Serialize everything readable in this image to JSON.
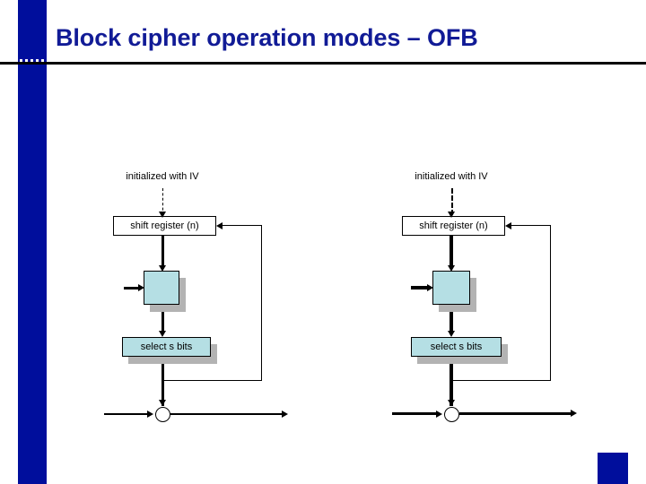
{
  "slide": {
    "title": "Block cipher operation modes – OFB",
    "accent_color": "#000e9c",
    "title_color": "#111b96",
    "background_color": "#ffffff",
    "block_fill_color": "#b5dfe4",
    "shadow_color": "#b3b3b3"
  },
  "diagrams": [
    {
      "name": "ofb-encryption",
      "iv_label": "initialized with IV",
      "shift_register_label": "shift register (n)",
      "cipher_block_label": "",
      "select_label": "select s bits",
      "xor_label": ""
    },
    {
      "name": "ofb-decryption",
      "iv_label": "initialized with IV",
      "shift_register_label": "shift register (n)",
      "cipher_block_label": "",
      "select_label": "select s bits",
      "xor_label": ""
    }
  ]
}
